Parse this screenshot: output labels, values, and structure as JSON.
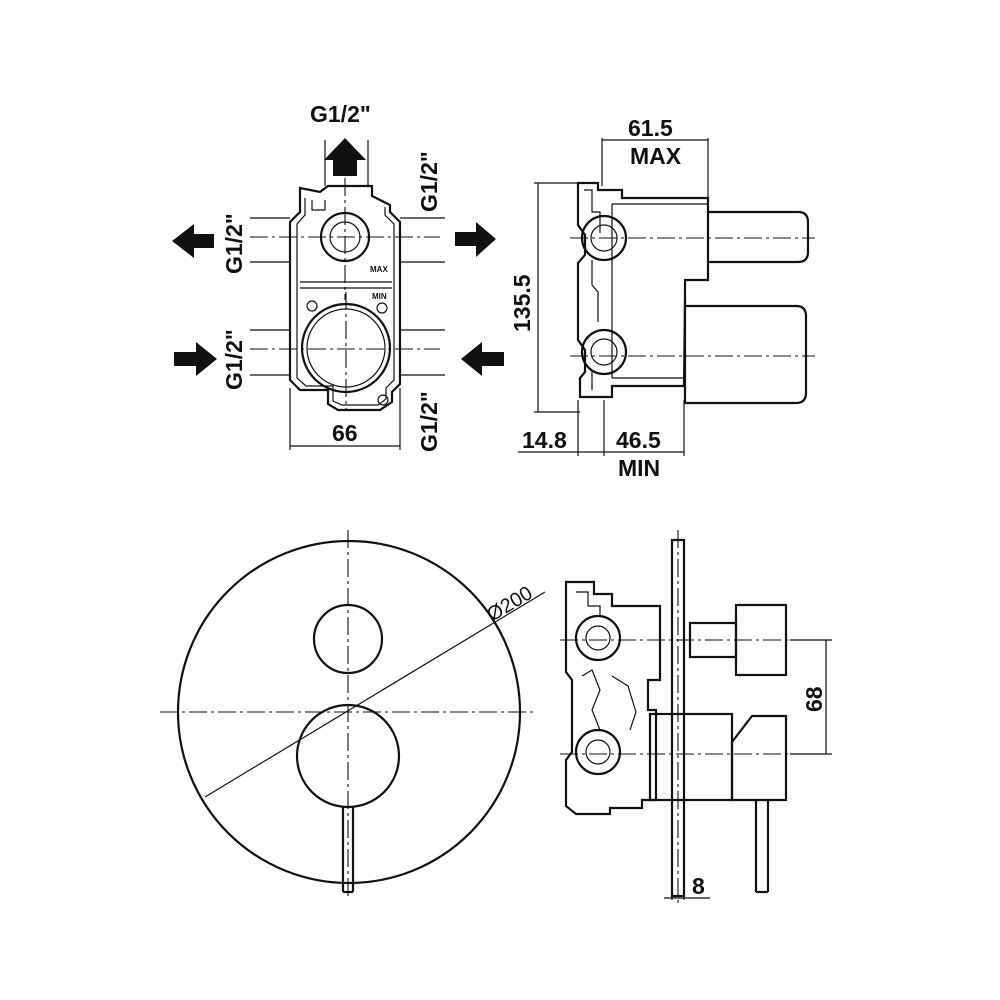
{
  "labels": {
    "thread_top": "G1/2\"",
    "thread_left_upper": "G1/2\"",
    "thread_left_lower": "G1/2\"",
    "thread_right_upper": "G1/2\"",
    "thread_right_lower": "G1/2\"",
    "width_66": "66",
    "depth_61_5": "61.5",
    "max_label": "MAX",
    "height_135_5": "135.5",
    "offset_14_8": "14.8",
    "depth_46_5": "46.5",
    "min_label": "MIN",
    "body_max": "MAX",
    "body_min": "MIN",
    "diameter_200": "Ø200",
    "dim_68": "68",
    "dim_8": "8"
  }
}
